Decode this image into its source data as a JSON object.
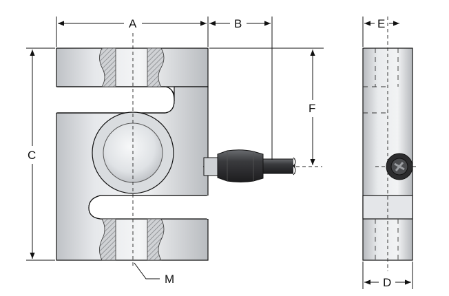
{
  "labels": {
    "a": "A",
    "b": "B",
    "c": "C",
    "d": "D",
    "e": "E",
    "f": "F",
    "m": "M"
  },
  "colors": {
    "body_light": "#eef0f2",
    "body_mid": "#c9ccd0",
    "body_dark": "#9a9da1",
    "hatch": "#8c8f93",
    "cable": "#2b2b2d",
    "line": "#111111"
  }
}
